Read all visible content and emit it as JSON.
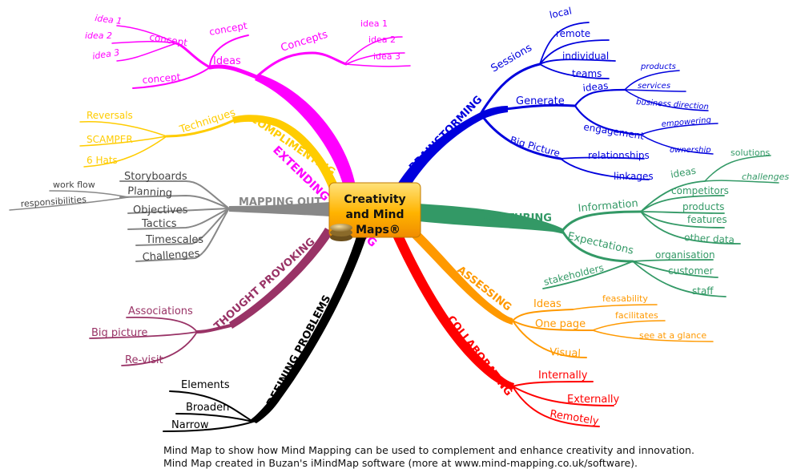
{
  "center": {
    "lines": [
      "Creativity",
      "and Mind",
      "Maps®"
    ]
  },
  "branches": [
    {
      "id": "extending-thinking",
      "label": "EXTENDING THINKING",
      "color": "#ff00ff",
      "children": [
        {
          "id": "concepts",
          "label": "Concepts",
          "children": [
            {
              "label": "idea 1"
            },
            {
              "label": "idea 2"
            },
            {
              "label": "idea 3"
            }
          ]
        },
        {
          "id": "ideas",
          "label": "Ideas",
          "children": [
            {
              "label": "concept",
              "children": [
                {
                  "label": "idea 1"
                },
                {
                  "label": "idea 2"
                },
                {
                  "label": "idea 3"
                }
              ]
            },
            {
              "label": "concept"
            },
            {
              "label": "concept"
            }
          ]
        }
      ]
    },
    {
      "id": "complimenting",
      "label": "COMPLIMENTING",
      "color": "#ffcc00",
      "children": [
        {
          "id": "techniques",
          "label": "Techniques",
          "children": [
            {
              "label": "Reversals"
            },
            {
              "label": "SCAMPER"
            },
            {
              "label": "6 Hats"
            }
          ]
        }
      ]
    },
    {
      "id": "mapping-out",
      "label": "MAPPING OUT",
      "color": "#888888",
      "children": [
        {
          "label": "Storyboards"
        },
        {
          "label": "Planning",
          "children": [
            {
              "label": "work flow"
            },
            {
              "label": "responsibilities"
            }
          ]
        },
        {
          "label": "Objectives"
        },
        {
          "label": "Tactics"
        },
        {
          "label": "Timescales"
        },
        {
          "label": "Challenges"
        }
      ]
    },
    {
      "id": "thought-provoking",
      "label": "THOUGHT PROVOKING",
      "color": "#993366",
      "children": [
        {
          "label": "Associations"
        },
        {
          "label": "Big picture"
        },
        {
          "label": "Re-visit"
        }
      ]
    },
    {
      "id": "defining-problems",
      "label": "DEFINING PROBLEMS",
      "color": "#000000",
      "children": [
        {
          "label": "Elements"
        },
        {
          "label": "Broaden"
        },
        {
          "label": "Narrow"
        }
      ]
    },
    {
      "id": "collaborating",
      "label": "COLLABORATING",
      "color": "#ff0000",
      "children": [
        {
          "label": "Internally"
        },
        {
          "label": "Externally"
        },
        {
          "label": "Remotely"
        }
      ]
    },
    {
      "id": "assessing",
      "label": "ASSESSING",
      "color": "#ff9900",
      "children": [
        {
          "label": "Ideas",
          "children": [
            {
              "label": "feasability"
            }
          ]
        },
        {
          "label": "One page",
          "children": [
            {
              "label": "facilitates"
            },
            {
              "label": "see at a glance"
            }
          ]
        },
        {
          "label": "Visual"
        }
      ]
    },
    {
      "id": "capturing",
      "label": "CAPTURING",
      "color": "#339966",
      "children": [
        {
          "label": "Information",
          "children": [
            {
              "label": "ideas",
              "children": [
                {
                  "label": "solutions"
                },
                {
                  "label": "challenges"
                }
              ]
            },
            {
              "label": "competitors"
            },
            {
              "label": "products"
            },
            {
              "label": "features"
            },
            {
              "label": "other data"
            }
          ]
        },
        {
          "label": "Expectations",
          "children": [
            {
              "label": "organisation"
            },
            {
              "label": "customer"
            },
            {
              "label": "staff"
            },
            {
              "label": "stakeholders"
            }
          ]
        }
      ]
    },
    {
      "id": "brainstorming",
      "label": "BRAINSTORMING",
      "color": "#0000dd",
      "children": [
        {
          "label": "Sessions",
          "children": [
            {
              "label": "local"
            },
            {
              "label": "remote"
            },
            {
              "label": "individual"
            },
            {
              "label": "teams"
            }
          ]
        },
        {
          "label": "Generate",
          "children": [
            {
              "label": "ideas",
              "children": [
                {
                  "label": "products"
                },
                {
                  "label": "services"
                },
                {
                  "label": "business direction"
                }
              ]
            },
            {
              "label": "engagement",
              "children": [
                {
                  "label": "empowering"
                },
                {
                  "label": "ownership"
                }
              ]
            }
          ]
        },
        {
          "label": "Big Picture",
          "children": [
            {
              "label": "relationships"
            },
            {
              "label": "linkages"
            }
          ]
        }
      ]
    }
  ],
  "caption": {
    "line1": "Mind Map to show how Mind Mapping can be used to complement and enhance creativity and innovation.",
    "line2": "Mind Map created in Buzan's iMindMap software (more at www.mind-mapping.co.uk/software)."
  }
}
